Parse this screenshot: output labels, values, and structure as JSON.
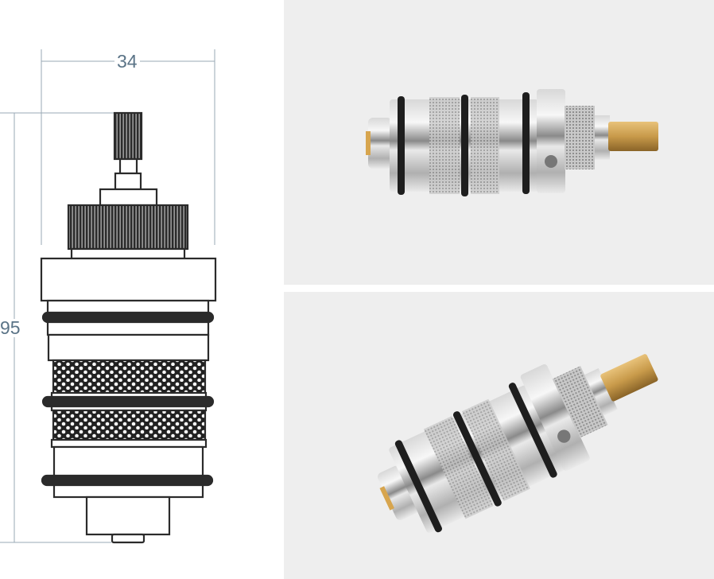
{
  "drawing": {
    "width_dimension": "34",
    "height_dimension": "95"
  },
  "photos": [
    {
      "view": "side"
    },
    {
      "view": "angled"
    }
  ],
  "colors": {
    "dimension_line": "#9aaab5",
    "dimension_text": "#5b7487",
    "outline": "#2b2b2b",
    "photo_background": "#eeeeee",
    "brass": "#c89a4a"
  }
}
